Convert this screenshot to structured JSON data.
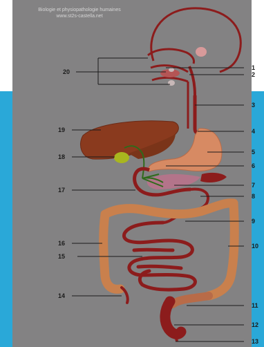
{
  "header": {
    "line1": "Biologie et physiopathologie humaines",
    "line2": "www.st2s-castella.net"
  },
  "labels": {
    "l1": "1",
    "l2": "2",
    "l3": "3",
    "l4": "4",
    "l5": "5",
    "l6": "6",
    "l7": "7",
    "l8": "8",
    "l9": "9",
    "l10": "10",
    "l11": "11",
    "l12": "12",
    "l13": "13",
    "l14": "14",
    "l15": "15",
    "l16": "16",
    "l17": "17",
    "l18": "18",
    "l19": "19",
    "l20": "20"
  },
  "colors": {
    "background": "#838283",
    "side_band": "#2aa8d8",
    "organ_outline": "#8c1c1c",
    "liver": "#8a3a1e",
    "stomach": "#d78a63",
    "colon": "#c9804d",
    "gallbladder": "#a9b61f",
    "bile_duct": "#2f6a1a"
  }
}
